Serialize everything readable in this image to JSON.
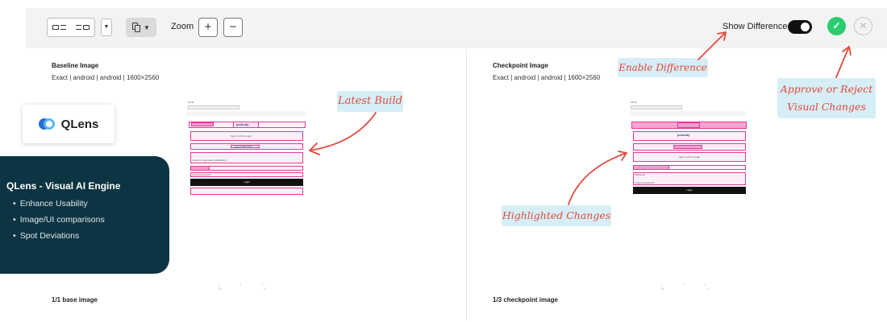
{
  "toolbar": {
    "view_mode_icons": [
      "side-by-side-icon",
      "overlay-icon"
    ],
    "dropdown_icon": "chevron-down-icon",
    "copy_icon": "copy-icon",
    "zoom_label": "Zoom",
    "zoom_in": "+",
    "zoom_out": "−",
    "show_difference_label": "Show Difference",
    "show_difference_on": true,
    "approve_icon": "✓",
    "reject_icon": "✕",
    "accent_approve": "#2ecc71"
  },
  "baseline": {
    "title": "Baseline Image",
    "meta": "Exact | android | android | 1600×2560",
    "footer": "1/1 base image"
  },
  "checkpoint": {
    "title": "Checkpoint Image",
    "meta": "Exact | android | android | 1600×2560",
    "footer": "1/3 checkpoint image"
  },
  "phone": {
    "status": "12:41",
    "logo": "pcloudy",
    "signin_google": "Sign in with Google",
    "signin_sso": "Log in with SSO",
    "email_placeholder": "Email or Username (Mandatory)",
    "password": "Password",
    "forgot": "Forgot password?",
    "login": "Login",
    "nav": "III O <"
  },
  "brand": {
    "name": "QLens",
    "panel_title": "QLens - Visual AI Engine",
    "features": [
      "Enhance Usability",
      "Image/UI comparisons",
      "Spot Deviations"
    ],
    "panel_color": "#0d3442"
  },
  "callouts": {
    "latest_build": "Latest Build",
    "enable_difference": "Enable Difference",
    "approve_reject": "Approve or Reject\nVisual Changes",
    "highlighted_changes": "Highlighted Changes",
    "color": "#e04a3c"
  },
  "highlight_color": "#e8379a"
}
